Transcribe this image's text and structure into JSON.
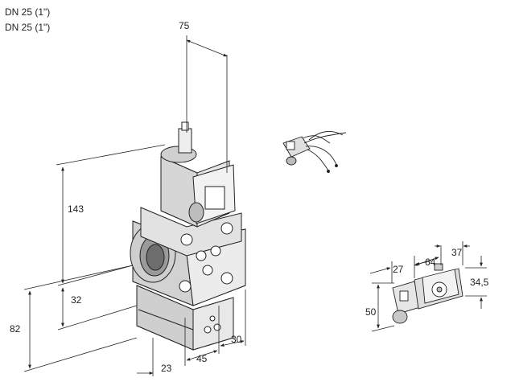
{
  "header": {
    "line1": "DN 25 (1\")",
    "line2": "DN 25 (1\")"
  },
  "dimensions": {
    "top_width": "75",
    "total_height": "143",
    "lower_height": "32",
    "base_height": "82",
    "offset_left": "23",
    "base_width": "45",
    "base_depth": "30",
    "coil_27": "27",
    "coil_64": "64",
    "coil_37": "37",
    "coil_345": "34,5",
    "coil_50": "50"
  }
}
